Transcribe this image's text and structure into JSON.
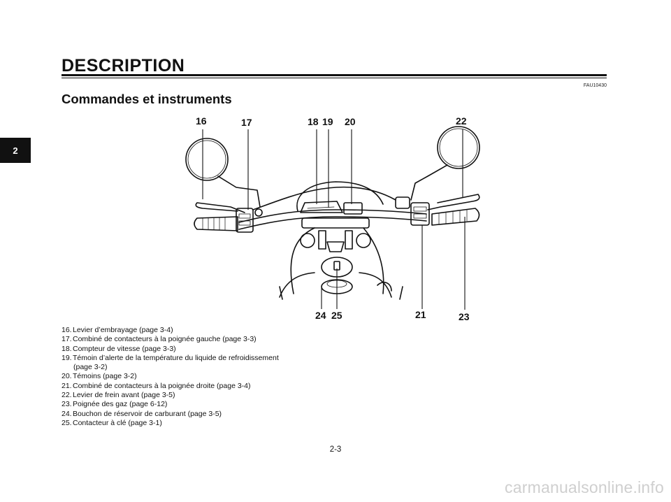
{
  "header": {
    "section_title": "DESCRIPTION",
    "chapter_tab": "2",
    "doc_code": "FAU10430",
    "subsection_title": "Commandes et instruments"
  },
  "figure": {
    "callouts": {
      "c16": "16",
      "c17": "17",
      "c18": "18",
      "c19": "19",
      "c20": "20",
      "c21": "21",
      "c22": "22",
      "c23": "23",
      "c24": "24",
      "c25": "25"
    }
  },
  "legend": {
    "items": [
      {
        "num": "16.",
        "text": "Levier d’embrayage (page 3-4)"
      },
      {
        "num": "17.",
        "text": "Combiné de contacteurs à la poignée gauche (page 3-3)"
      },
      {
        "num": "18.",
        "text": "Compteur de vitesse (page 3-3)"
      },
      {
        "num": "19.",
        "text": "Témoin d’alerte de la température du liquide de refroidissement",
        "continuation": "(page 3-2)"
      },
      {
        "num": "20.",
        "text": "Témoins (page 3-2)"
      },
      {
        "num": "21.",
        "text": "Combiné de contacteurs à la poignée droite (page 3-4)"
      },
      {
        "num": "22.",
        "text": "Levier de frein avant (page 3-5)"
      },
      {
        "num": "23.",
        "text": "Poignée des gaz (page 6-12)"
      },
      {
        "num": "24.",
        "text": "Bouchon de réservoir de carburant (page 3-5)"
      },
      {
        "num": "25.",
        "text": "Contacteur à clé (page 3-1)"
      }
    ]
  },
  "footer": {
    "page_number": "2-3",
    "watermark": "carmanualsonline.info"
  }
}
